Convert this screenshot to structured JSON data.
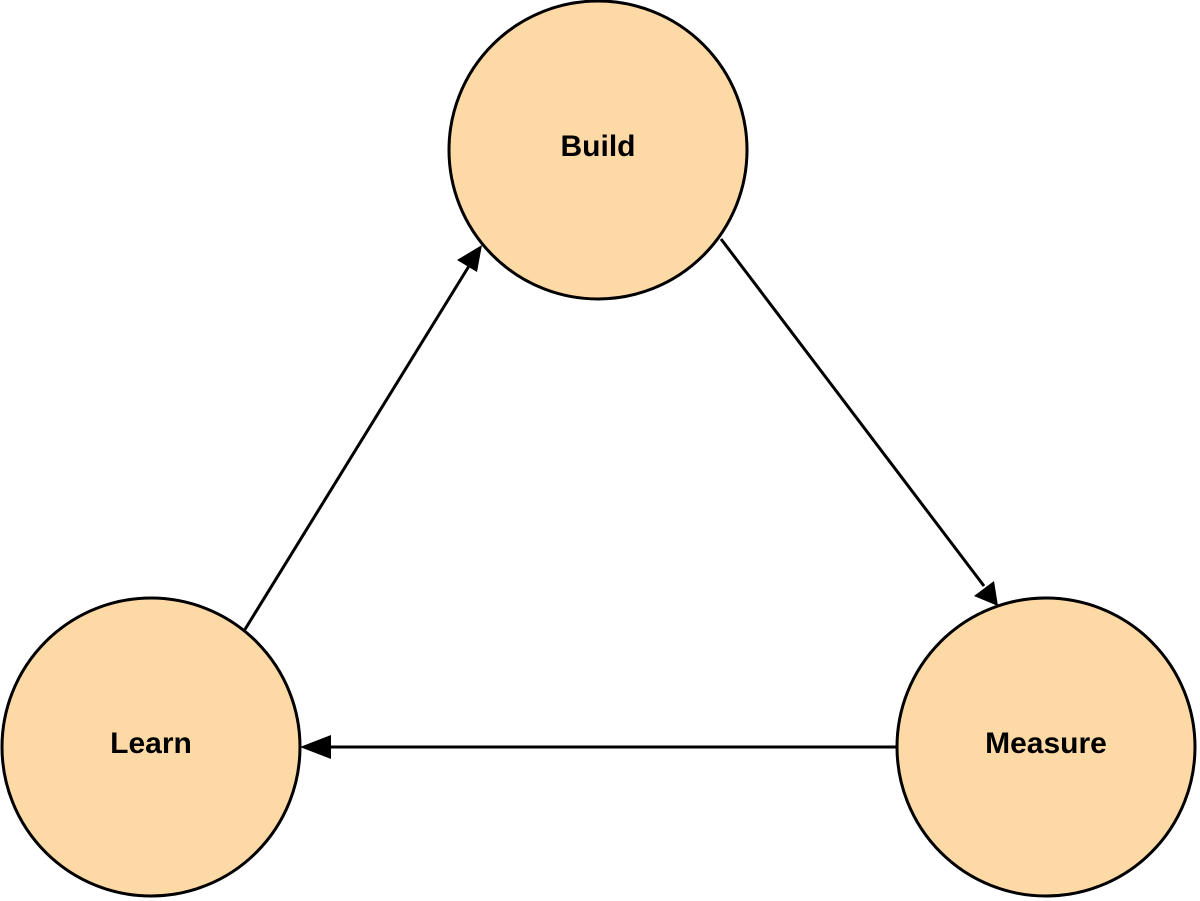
{
  "diagram": {
    "node_fill": "#fdd9a6",
    "stroke_color": "#000000",
    "nodes": {
      "build": {
        "label": "Build"
      },
      "measure": {
        "label": "Measure"
      },
      "learn": {
        "label": "Learn"
      }
    },
    "edges": [
      {
        "from": "Build",
        "to": "Measure"
      },
      {
        "from": "Measure",
        "to": "Learn"
      },
      {
        "from": "Learn",
        "to": "Build"
      }
    ]
  }
}
